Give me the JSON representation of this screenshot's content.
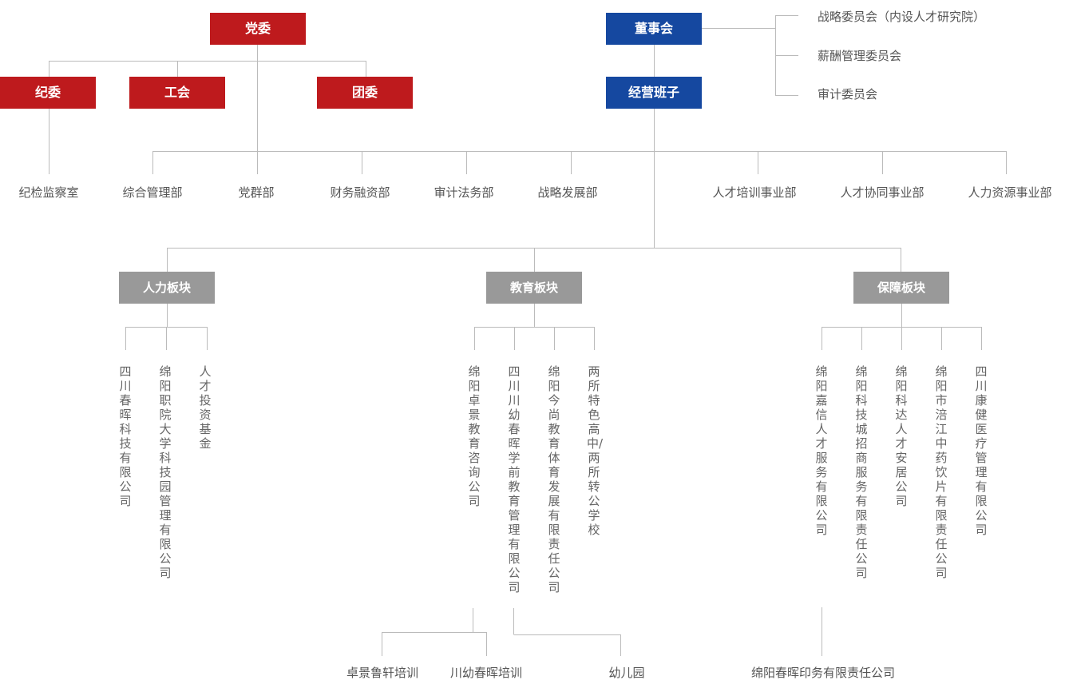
{
  "colors": {
    "party": "#BE1A1D",
    "board": "#1548A0",
    "segment": "#999999",
    "line": "#BBBBBB",
    "text": "#555555"
  },
  "party": {
    "head": "党委",
    "children": [
      "纪委",
      "工会",
      "团委"
    ],
    "discipline_office": "纪检监察室"
  },
  "board": {
    "head": "董事会",
    "committees": [
      "战略委员会（内设人才研究院）",
      "薪酬管理委员会",
      "审计委员会"
    ],
    "management": "经营班子"
  },
  "departments": [
    "综合管理部",
    "党群部",
    "财务融资部",
    "审计法务部",
    "战略发展部",
    "人才培训事业部",
    "人才协同事业部",
    "人力资源事业部"
  ],
  "segments": [
    {
      "name": "人力板块",
      "companies": [
        "四川春晖科技有限公司",
        "绵阳职院大学科技园管理有限公司",
        "人才投资基金"
      ]
    },
    {
      "name": "教育板块",
      "companies": [
        "绵阳卓景教育咨询公司",
        "四川川幼春晖学前教育管理有限公司",
        "绵阳今尚教育体育发展有限责任公司",
        "两所特色高中/两所转公学校"
      ],
      "sub_units": [
        "卓景鲁轩培训",
        "川幼春晖培训",
        "幼儿园"
      ]
    },
    {
      "name": "保障板块",
      "companies": [
        "绵阳嘉信人才服务有限公司",
        "绵阳科技城招商服务有限责任公司",
        "绵阳科达人才安居公司",
        "绵阳市涪江中药饮片有限责任公司",
        "四川康健医疗管理有限公司"
      ],
      "sub_units": [
        "绵阳春晖印务有限责任公司"
      ]
    }
  ]
}
